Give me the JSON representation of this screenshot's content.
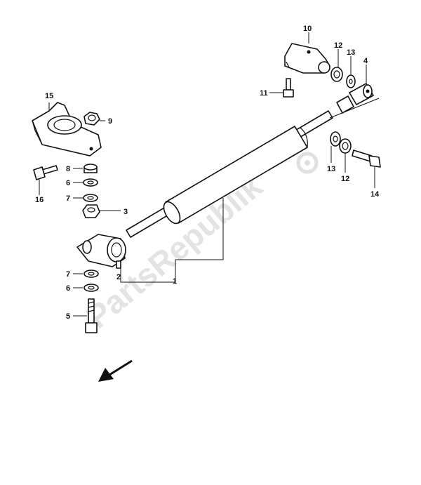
{
  "watermark": {
    "text": "PartsRepublik",
    "icon": "gear-icon"
  },
  "labels": {
    "p1": "1",
    "p2": "2",
    "p3": "3",
    "p4": "4",
    "p5": "5",
    "p6a": "6",
    "p6b": "6",
    "p7a": "7",
    "p7b": "7",
    "p8": "8",
    "p9": "9",
    "p10": "10",
    "p11": "11",
    "p12a": "12",
    "p12b": "12",
    "p13a": "13",
    "p13b": "13",
    "p14": "14",
    "p15": "15",
    "p16": "16"
  },
  "direction_arrow": {
    "icon": "arrow-down-left-icon"
  },
  "colors": {
    "line": "#111111",
    "watermark": "#e3e3e3",
    "background": "#ffffff"
  }
}
